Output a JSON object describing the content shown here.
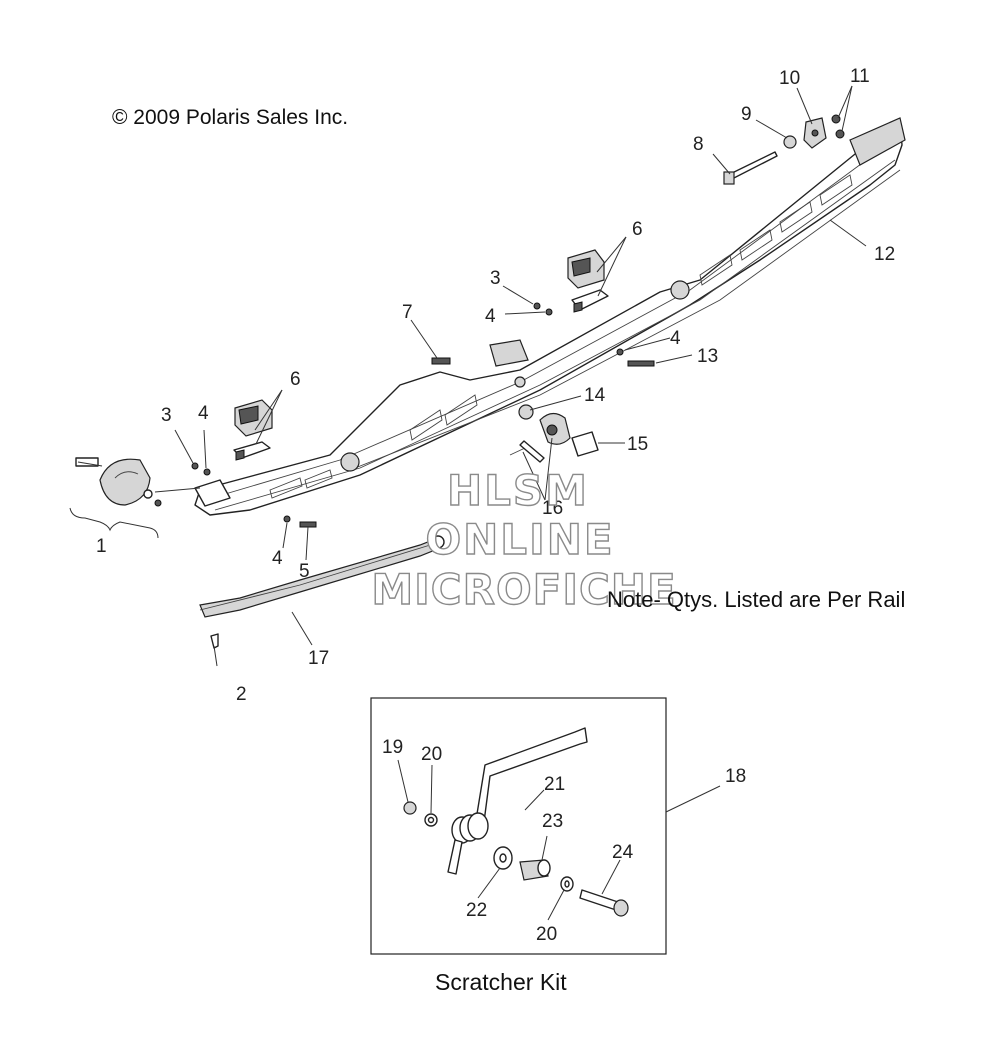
{
  "copyright": "© 2009 Polaris Sales Inc.",
  "note": "Note- Qtys. Listed are Per Rail",
  "kit_title": "Scratcher Kit",
  "watermark": {
    "line1": "HLSM",
    "line2": "ONLINE",
    "line3": "MICROFICHE"
  },
  "callouts": {
    "c1": "1",
    "c2": "2",
    "c3a": "3",
    "c3b": "3",
    "c4a": "4",
    "c4b": "4",
    "c4c": "4",
    "c4d": "4",
    "c5": "5",
    "c6a": "6",
    "c6b": "6",
    "c7": "7",
    "c8": "8",
    "c9": "9",
    "c10": "10",
    "c11": "11",
    "c12": "12",
    "c13": "13",
    "c14": "14",
    "c15": "15",
    "c16": "16",
    "c17": "17",
    "c18": "18",
    "c19": "19",
    "c20a": "20",
    "c20b": "20",
    "c21": "21",
    "c22": "22",
    "c23": "23",
    "c24": "24"
  }
}
